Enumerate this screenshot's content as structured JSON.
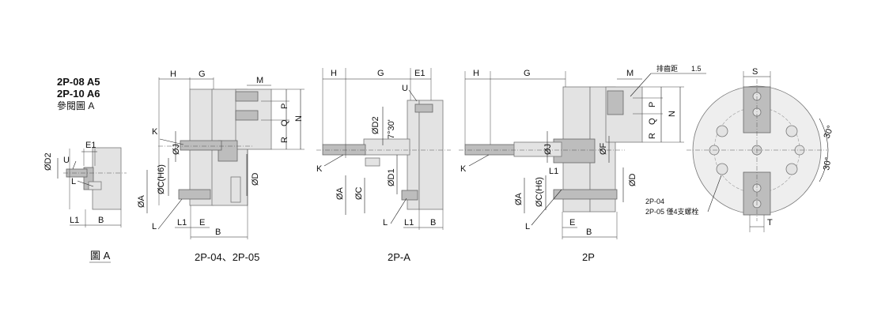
{
  "figure_a": {
    "note_lines": [
      "2P-08 A5",
      "2P-10 A6",
      "參閱圖 A"
    ],
    "caption": "圖 A",
    "labels": {
      "d2": "ØD2",
      "e1": "E1",
      "u": "U",
      "l": "L",
      "l1": "L1",
      "b": "B"
    }
  },
  "view_2p04": {
    "caption": "2P-04、2P-05",
    "labels": {
      "h": "H",
      "g": "G",
      "m": "M",
      "p": "P",
      "q": "Q",
      "n": "N",
      "r": "R",
      "k": "K",
      "j": "ØJ",
      "c": "ØC(H6)",
      "a": "ØA",
      "d": "ØD",
      "l": "L",
      "l1": "L1",
      "e": "E",
      "b": "B"
    }
  },
  "view_2pa": {
    "caption": "2P-A",
    "labels": {
      "h": "H",
      "g": "G",
      "e1": "E1",
      "u": "U",
      "d2": "ØD2",
      "angle": "7°30'",
      "d1": "ØD1",
      "k": "K",
      "a": "ØA",
      "c": "ØC",
      "l": "L",
      "l1": "L1",
      "b": "B"
    }
  },
  "view_2p": {
    "caption": "2P",
    "labels": {
      "h": "H",
      "g": "G",
      "m": "M",
      "tooth_pitch": "排齒距",
      "pitch_value": "1.5",
      "p": "P",
      "q": "Q",
      "n": "N",
      "r": "R",
      "k": "K",
      "j": "ØJ",
      "f": "ØF",
      "l1": "L1",
      "a": "ØA",
      "c": "ØC(H6)",
      "d": "ØD",
      "l": "L",
      "e": "E",
      "b": "B"
    }
  },
  "front_view": {
    "labels": {
      "s": "S",
      "t": "T",
      "angle_1": "30°",
      "angle_2": "30°"
    },
    "note_lines": [
      "2P-04",
      "2P-05 僅4支螺栓"
    ]
  }
}
